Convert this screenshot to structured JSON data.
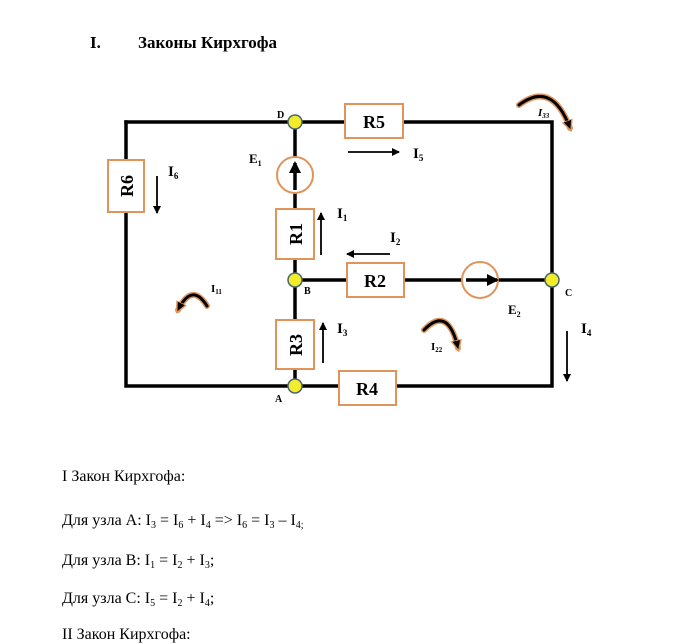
{
  "heading": {
    "number": "I.",
    "title": "Законы Кирхгофа"
  },
  "circuit": {
    "colors": {
      "wire": "#000000",
      "element_border": "#e0945a",
      "node_fill": "#f2ec2a",
      "node_border": "#4a6670",
      "loop_arrow": "#e0945a"
    },
    "resistors": [
      {
        "id": "R1",
        "label": "R1"
      },
      {
        "id": "R2",
        "label": "R2"
      },
      {
        "id": "R3",
        "label": "R3"
      },
      {
        "id": "R4",
        "label": "R4"
      },
      {
        "id": "R5",
        "label": "R5"
      },
      {
        "id": "R6",
        "label": "R6"
      }
    ],
    "sources": [
      {
        "id": "E1",
        "label": "E",
        "sub": "1"
      },
      {
        "id": "E2",
        "label": "E",
        "sub": "2"
      }
    ],
    "nodes": [
      {
        "id": "A",
        "label": "A"
      },
      {
        "id": "B",
        "label": "B"
      },
      {
        "id": "C",
        "label": "C"
      },
      {
        "id": "D",
        "label": "D"
      }
    ],
    "currents": [
      {
        "id": "I1",
        "label": "I",
        "sub": "1"
      },
      {
        "id": "I2",
        "label": "I",
        "sub": "2"
      },
      {
        "id": "I3",
        "label": "I",
        "sub": "3"
      },
      {
        "id": "I4",
        "label": "I",
        "sub": "4"
      },
      {
        "id": "I5",
        "label": "I",
        "sub": "5"
      },
      {
        "id": "I6",
        "label": "I",
        "sub": "6"
      }
    ],
    "loop_currents": [
      {
        "id": "I11",
        "label": "I",
        "sub": "11"
      },
      {
        "id": "I22",
        "label": "I",
        "sub": "22"
      },
      {
        "id": "I33",
        "label": "I",
        "sub": "33"
      }
    ]
  },
  "text": {
    "law1_title": "I Закон Кирхгофа:",
    "eq_a_prefix": "Для узла A: ",
    "eq_b_prefix": "Для узла B: ",
    "eq_c_prefix": "Для узла C: ",
    "law2_title": "II Закон Кирхгофа:"
  }
}
